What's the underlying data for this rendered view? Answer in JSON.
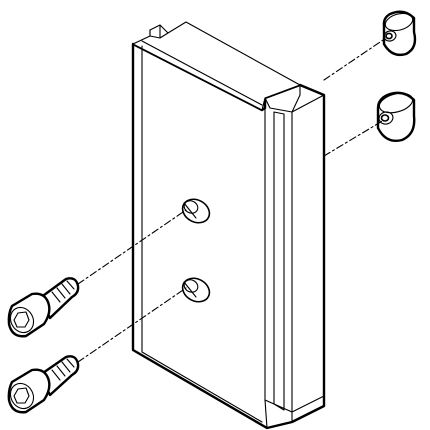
{
  "colors": {
    "background": "#ffffff",
    "line": "#000000"
  },
  "parts": {
    "plate": "mounting-plate",
    "screws": [
      "socket-head-cap-screw",
      "socket-head-cap-screw"
    ],
    "sleeves": [
      "centering-sleeve",
      "centering-sleeve"
    ]
  }
}
